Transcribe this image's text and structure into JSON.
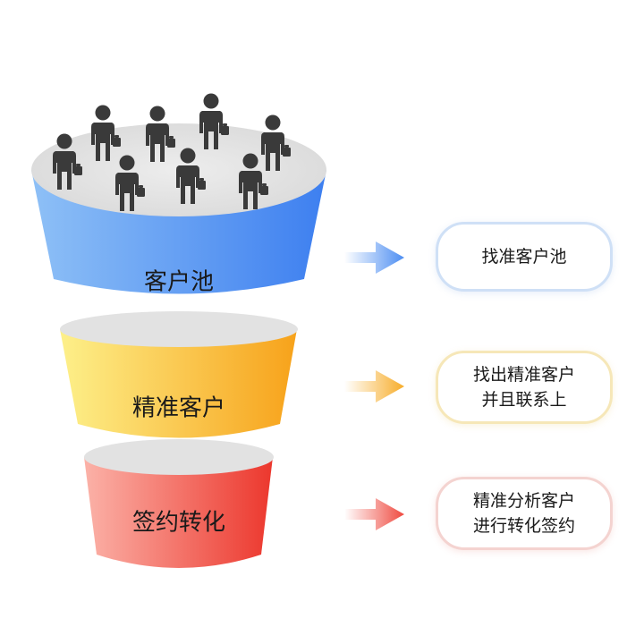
{
  "stages": [
    {
      "label": "客户池",
      "description_lines": [
        "找准客户池"
      ]
    },
    {
      "label": "精准客户",
      "description_lines": [
        "找出精准客户",
        "并且联系上"
      ]
    },
    {
      "label": "签约转化",
      "description_lines": [
        "精准分析客户",
        "进行转化签约"
      ]
    }
  ],
  "colors": {
    "blue_light": "#7ab4f4",
    "blue_dark": "#3e80f0",
    "yellow_light": "#fde874",
    "yellow_dark": "#f7a31c",
    "red_light": "#f9a59b",
    "red_dark": "#ee3a30",
    "top_ellipse": "#e4e4e4",
    "people": "#3a3a3a"
  },
  "icons": [
    "person-with-briefcase-icon",
    "arrow-right-icon"
  ]
}
